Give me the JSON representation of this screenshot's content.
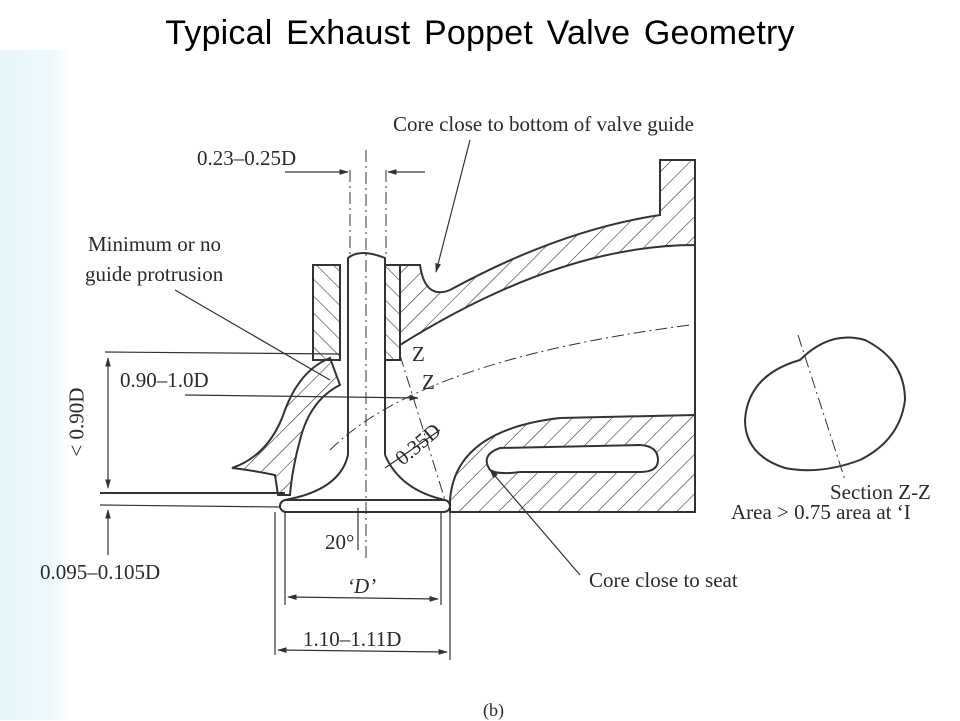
{
  "title": "Typical Exhaust Poppet   Valve Geometry",
  "figure_label": "(b)",
  "annotations": {
    "core_guide": "Core close to bottom of valve guide",
    "guide_dim": "0.23–0.25D",
    "guide_protrusion_line1": "Minimum or no",
    "guide_protrusion_line2": "guide protrusion",
    "port_height": "0.90–1.0D",
    "total_height": "< 0.90D",
    "throat_width": "0.35D",
    "section_marker_1": "Z",
    "section_marker_2": "Z",
    "seat_angle": "20°",
    "seat_offset": "0.095–0.105D",
    "valve_diameter": "‘D’",
    "outer_diameter": "1.10–1.11D",
    "core_seat": "Core close to seat",
    "section_title": "Section Z-Z",
    "section_area": "Area > 0.75 area at ‘I"
  },
  "colors": {
    "ink": "#2a2a2a",
    "background": "#ffffff",
    "left_tint": "#e6f6fb"
  }
}
